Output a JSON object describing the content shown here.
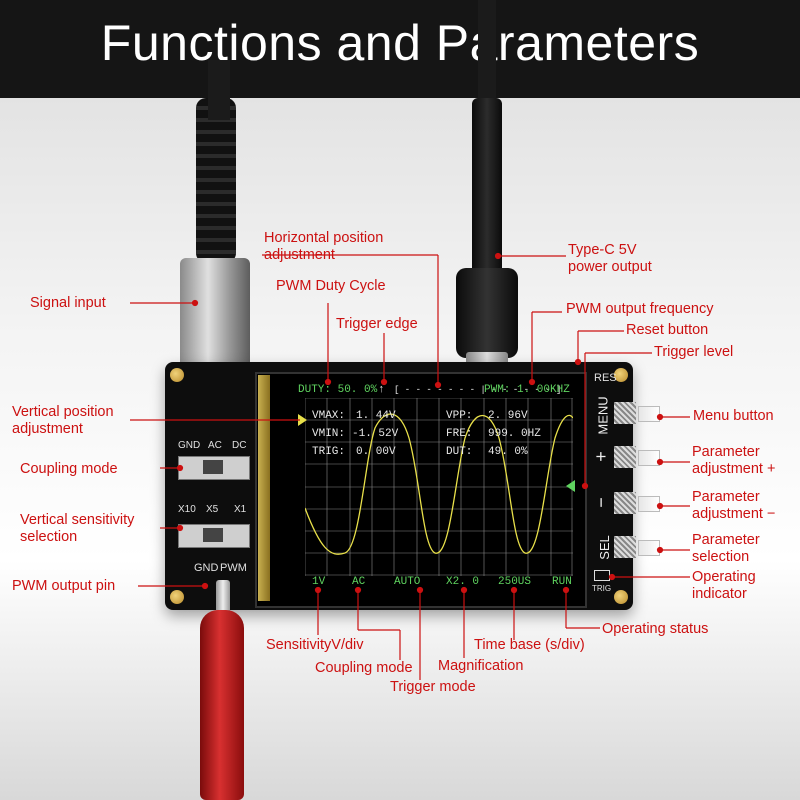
{
  "banner": {
    "title": "Functions and Parameters"
  },
  "labels": {
    "horizontal_position": [
      "Horizontal position",
      "adjustment"
    ],
    "type_c": [
      "Type-C 5V",
      "power output"
    ],
    "signal_input": "Signal input",
    "pwm_duty_cycle": "PWM Duty Cycle",
    "trigger_edge": "Trigger edge",
    "pwm_output_frequency": "PWM output frequency",
    "reset_button": "Reset button",
    "trigger_level": "Trigger level",
    "vertical_position": [
      "Vertical position",
      "adjustment"
    ],
    "menu_button": "Menu button",
    "coupling_mode_left": "Coupling mode",
    "parameter_adj_plus": [
      "Parameter",
      "adjustment +"
    ],
    "vertical_sensitivity": [
      "Vertical sensitivity",
      "selection"
    ],
    "parameter_adj_minus": [
      "Parameter",
      "adjustment −"
    ],
    "parameter_selection": [
      "Parameter",
      "selection"
    ],
    "pwm_output_pin": "PWM output pin",
    "operating_indicator": [
      "Operating",
      "indicator"
    ],
    "operating_status": "Operating status",
    "sensitivity": "SensitivityV/div",
    "time_base": "Time base (s/div)",
    "coupling_mode_bottom": "Coupling mode",
    "magnification": "Magnification",
    "trigger_mode": "Trigger mode"
  },
  "screen": {
    "duty": "DUTY: 50. 0%",
    "trigger_arrow": "↑",
    "hpos": "[ - - - - - - - | - - - - - - ]",
    "pwm_freq": "PWM: 1. 00KHZ",
    "vmax_label": "VMAX:",
    "vmax_value": "1. 44V",
    "vmin_label": "VMIN:",
    "vmin_value": "-1. 52V",
    "trig_label": "TRIG:",
    "trig_value": "0. 00V",
    "vpp_label": "VPP:",
    "vpp_value": "2. 96V",
    "fre_label": "FRE:",
    "fre_value": "999. 0HZ",
    "dut_label": "DUT:",
    "dut_value": "49. 0%",
    "bottom": [
      "1V",
      "AC",
      "AUTO",
      "X2. 0",
      "250US",
      "RUN"
    ]
  },
  "board": {
    "coupling_switch": [
      "GND",
      "AC",
      "DC"
    ],
    "sensitivity_switch": [
      "X10",
      "X5",
      "X1"
    ],
    "pins": [
      "GND",
      "PWM"
    ],
    "side_buttons": [
      "MENU",
      "+",
      "−",
      "SEL"
    ],
    "res": "RES",
    "trig": "TRIG"
  },
  "colors": {
    "accent": "#cc1111",
    "trace": "#e8e04a",
    "screen_text": "#5fd35f"
  }
}
